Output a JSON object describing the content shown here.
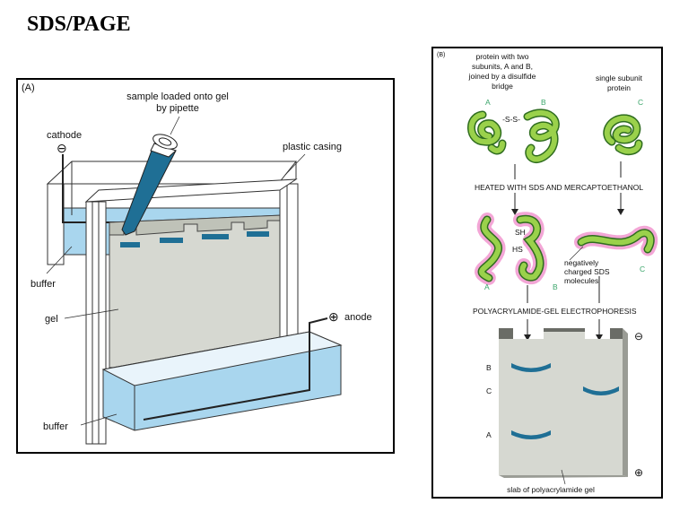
{
  "title": "SDS/PAGE",
  "panel_a": {
    "tag": "(A)",
    "sample_line1": "sample loaded onto gel",
    "sample_line2": "by pipette",
    "cathode": "cathode",
    "cathode_sign": "⊖",
    "plastic_casing": "plastic casing",
    "buffer_top": "buffer",
    "gel": "gel",
    "anode": "anode",
    "anode_sign": "⊕",
    "buffer_bottom": "buffer"
  },
  "panel_b": {
    "tag": "(B)",
    "protein_two_lines": [
      "protein with two",
      "subunits, A and B,",
      "joined by a disulfide",
      "bridge"
    ],
    "single_lines": [
      "single subunit",
      "protein"
    ],
    "sub_a": "A",
    "sub_b": "B",
    "sub_c": "C",
    "ss": "-S-S-",
    "heated": "HEATED WITH SDS AND MERCAPTOETHANOL",
    "sh": "SH",
    "hs": "HS",
    "neg_lines": [
      "negatively",
      "charged SDS",
      "molecules"
    ],
    "electrophoresis": "POLYACRYLAMIDE-GEL ELECTROPHORESIS",
    "band_b": "B",
    "band_c": "C",
    "band_a": "A",
    "minus": "⊖",
    "plus": "⊕",
    "slab": "slab of polyacrylamide gel"
  }
}
